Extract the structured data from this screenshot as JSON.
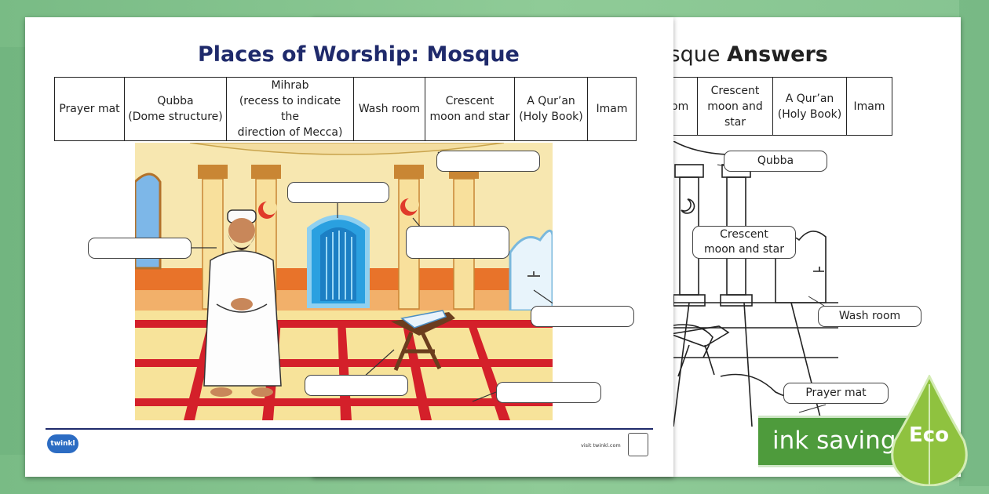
{
  "worksheet": {
    "title": "Places of Worship: Mosque",
    "word_bank": [
      {
        "line1": "Prayer mat",
        "line2": "",
        "line3": ""
      },
      {
        "line1": "Qubba",
        "line2": "(Dome structure)",
        "line3": ""
      },
      {
        "line1": "Mihrab",
        "line2": "(recess to indicate the",
        "line3": "direction of Mecca)"
      },
      {
        "line1": "Wash room",
        "line2": "",
        "line3": ""
      },
      {
        "line1": "Crescent",
        "line2": "moon and star",
        "line3": ""
      },
      {
        "line1": "A Qur’an",
        "line2": "(Holy Book)",
        "line3": ""
      },
      {
        "line1": "Imam",
        "line2": "",
        "line3": ""
      }
    ],
    "visit_text": "visit twinkl.com",
    "logo_text": "twinkl"
  },
  "answers": {
    "title_partial": "osque ",
    "title_bold": "Answers",
    "word_bank": [
      {
        "line1": "n room",
        "line2": ""
      },
      {
        "line1": "Crescent",
        "line2": "moon and star"
      },
      {
        "line1": "A Qur’an",
        "line2": "(Holy Book)"
      },
      {
        "line1": "Imam",
        "line2": ""
      }
    ],
    "labels": {
      "qubba": "Qubba",
      "crescent_line1": "Crescent",
      "crescent_line2": "moon and star",
      "wash_room": "Wash room",
      "prayer_mat": "Prayer mat"
    }
  },
  "eco": {
    "banner": "ink saving",
    "drop": "Eco"
  },
  "colors": {
    "title_navy": "#1f2a6b",
    "background_green": "#7fc08a",
    "eco_green": "#4e9b3c",
    "wall_cream": "#f7e7b0",
    "wall_orange": "#e8732a",
    "carpet_red": "#d4202a",
    "mihrab_blue": "#2aa0e0"
  }
}
